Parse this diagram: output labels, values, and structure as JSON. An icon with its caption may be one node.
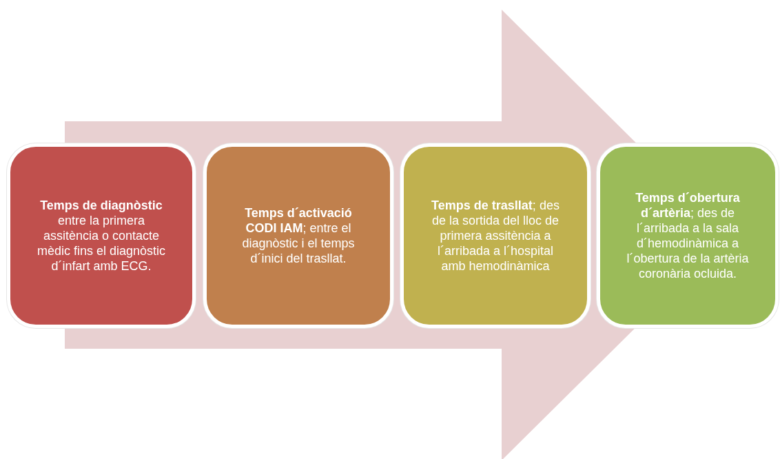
{
  "diagram": {
    "nodes": [
      {
        "text": [
          "**Temps de diagnòstic** entre la primera assitència o contacte mèdic fins el diagnòstic d´infart amb ECG."
        ]
      },
      {
        "text": [
          "**Temps d´activació CODI IAM**; entre el diagnòstic i el temps d´inici del trasllat."
        ]
      },
      {
        "text": [
          "**Temps de trasllat**; des de la sortida del lloc de primera assitència a l´arribada a l´hospital amb hemodinàmica"
        ]
      },
      {
        "text": [
          "**Temps d´obertura d´artèria**; des de l´arribada a la sala d´hemodinàmica a l´obertura de la artèria coronària ocluida."
        ]
      }
    ],
    "edges": [
      {
        "from": 0,
        "to": 3,
        "arrow": "to",
        "style": "thick"
      }
    ]
  }
}
